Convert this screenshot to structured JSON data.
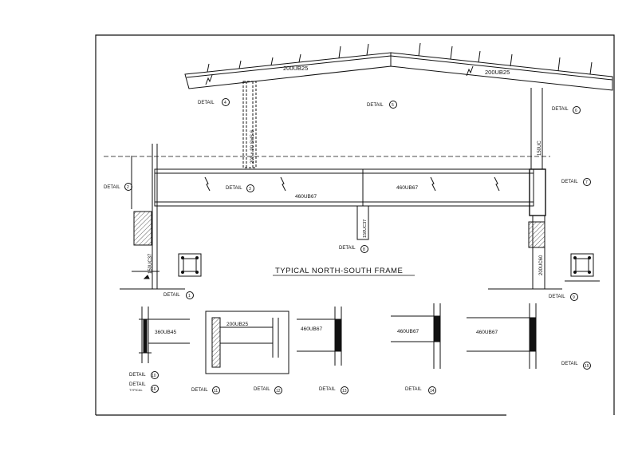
{
  "title": "TYPICAL  NORTH-SOUTH  FRAME",
  "members": {
    "rafter_left": "200UB25",
    "rafter_right": "200UB25",
    "strut": "200 x 90 SHS 6",
    "beam_left": "460UB67",
    "beam_right": "460UB67",
    "column_left": "150UC37",
    "column_right_top": "150UC",
    "column_right_bottom": "200UC60",
    "hanger": "150UC37"
  },
  "details": {
    "d1": "DETAIL",
    "n1": "1",
    "d2": "DETAIL",
    "n2": "2",
    "d3": "DETAIL",
    "n3": "3",
    "d4": "DETAIL",
    "n4": "4",
    "d5": "DETAIL",
    "n5": "5",
    "d6": "DETAIL",
    "n6": "6",
    "d7": "DETAIL",
    "n7": "7",
    "d8": "DETAIL",
    "n8": "8",
    "d9": "DETAIL",
    "n9": "9",
    "d10": "DETAIL",
    "n10": "10",
    "d11": "DETAIL",
    "n11": "11",
    "d12": "DETAIL",
    "n12": "12",
    "d13": "DETAIL",
    "n13": "13",
    "d14": "DETAIL",
    "n14": "14",
    "d15": "DETAIL",
    "n15": "15",
    "d16": "DETAIL",
    "d16_sub": "TYPICAL",
    "n16": "16"
  },
  "sections": {
    "s10": "360UB45",
    "s12": "200UB25",
    "s13": "460UB67",
    "s14": "460UB67",
    "s15": "460UB67"
  },
  "colors": {
    "ink": "#111111",
    "paper": "#ffffff",
    "hatch": "#333333"
  }
}
